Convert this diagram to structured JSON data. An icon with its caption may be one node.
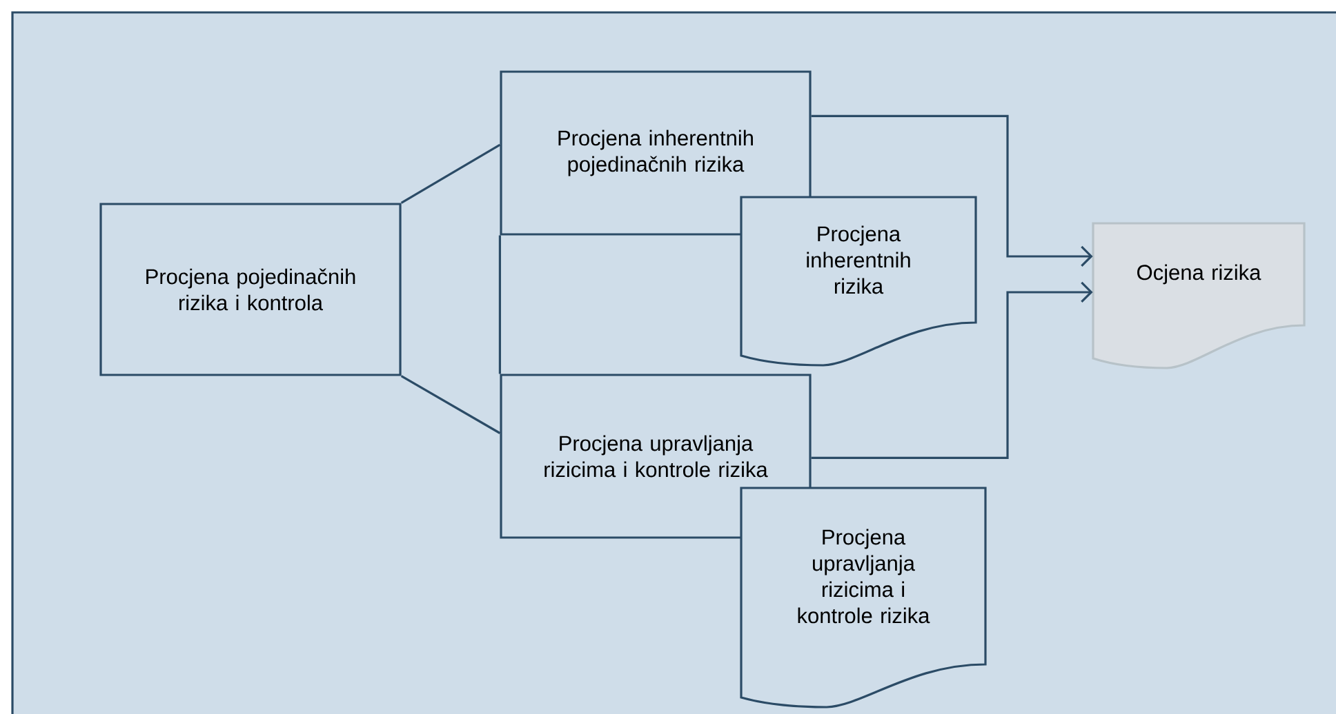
{
  "diagram": {
    "nodes": [
      {
        "text": [
          "Procjena pojedinačnih rizika i kontrola"
        ]
      },
      {
        "text": [
          "Procjena inherentnih pojedinačnih rizika"
        ]
      },
      {
        "text": [
          "Procjena inherentnih rizika"
        ]
      },
      {
        "text": [
          "Procjena upravljanja rizicima i kontrole rizika"
        ]
      },
      {
        "text": [
          "Procjena upravljanja rizicima i kontrole rizika"
        ]
      },
      {
        "text": [
          "Ocjena rizika"
        ]
      }
    ],
    "edges": [
      {
        "from": 0,
        "to": 1,
        "arrow": "none"
      },
      {
        "from": 0,
        "to": 3,
        "arrow": "none"
      },
      {
        "from": 1,
        "to": 3,
        "arrow": "none"
      },
      {
        "from": 1,
        "to": 5,
        "arrow": "to"
      },
      {
        "from": 3,
        "to": 5,
        "arrow": "to"
      }
    ]
  }
}
